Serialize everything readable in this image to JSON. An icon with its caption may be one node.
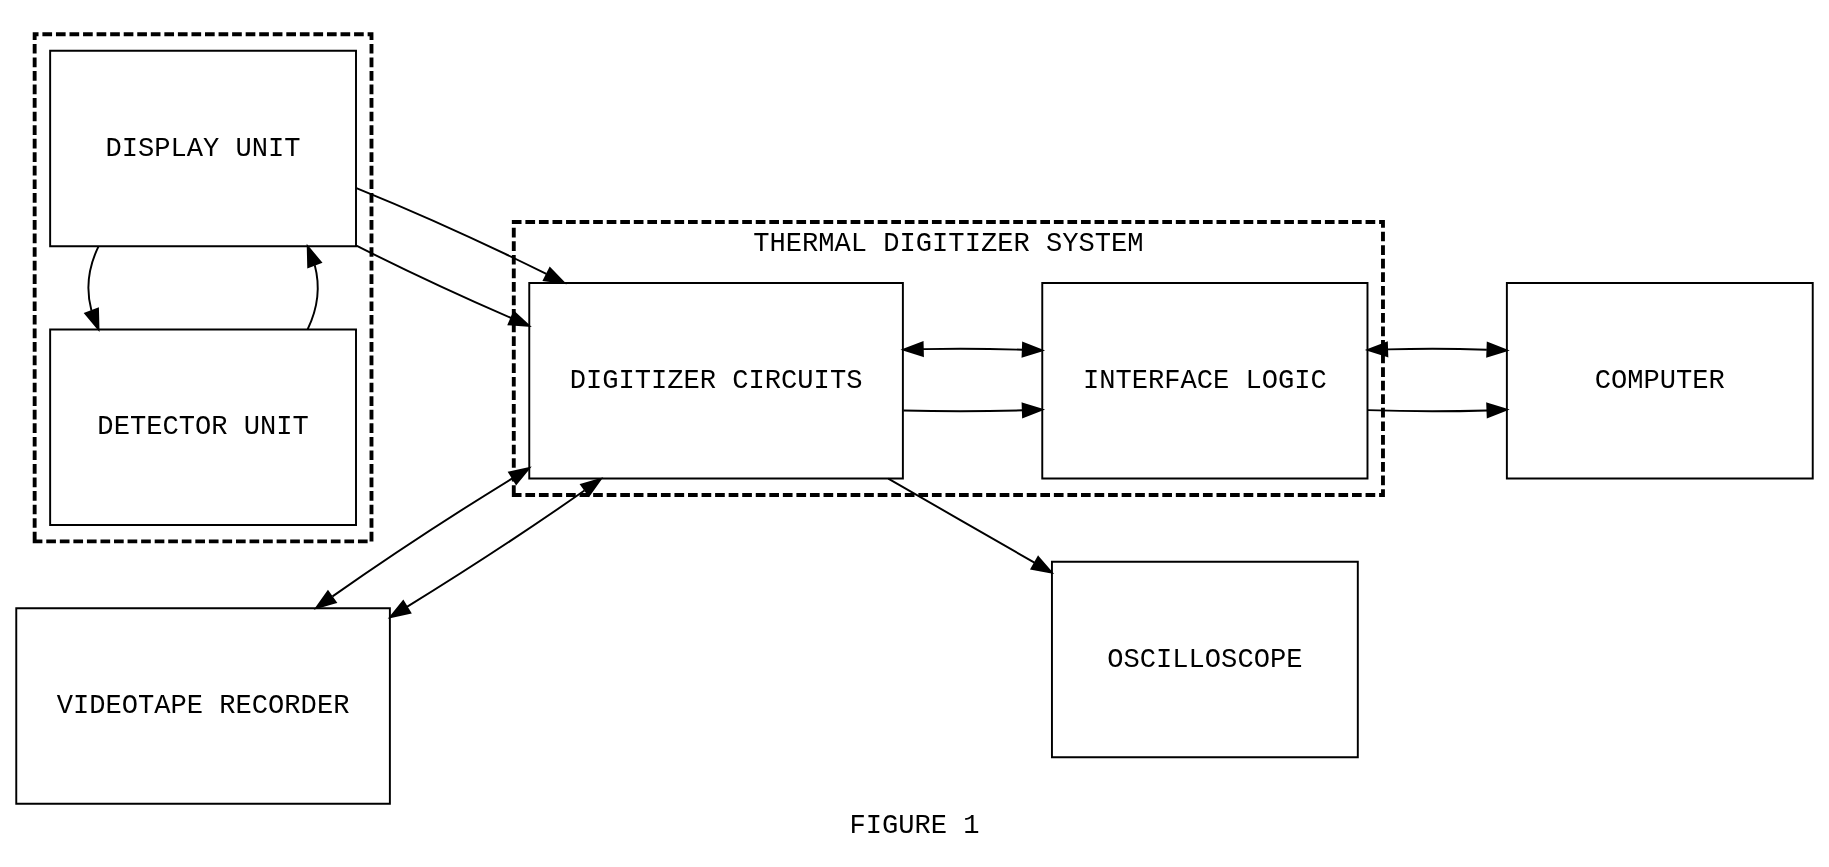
{
  "diagram": {
    "caption": "FIGURE 1",
    "nodes": [
      {
        "text": [],
        "shape": "box"
      },
      {
        "text": [
          "DISPLAY UNIT"
        ],
        "in": 0
      },
      {
        "text": [
          "DETECTOR UNIT"
        ],
        "in": 0
      },
      {
        "text": [
          "VIDEOTAPE RECORDER"
        ]
      },
      {
        "text": [
          "OSCILLOSCOPE"
        ]
      },
      {
        "text": [
          "THERMAL DIGITIZER SYSTEM"
        ]
      },
      {
        "text": [
          "DIGITIZER CIRCUITS"
        ],
        "in": 5
      },
      {
        "text": [
          "INTERFACE LOGIC"
        ],
        "in": 5
      },
      {
        "text": [
          "COMPUTER"
        ]
      }
    ],
    "edges": [
      {
        "from": 2,
        "to": 1,
        "arrow": "to"
      },
      {
        "from": 1,
        "to": 2,
        "arrow": "to"
      },
      {
        "from": 1,
        "to": 6,
        "arrow": "to"
      },
      {
        "from": 1,
        "to": 6,
        "arrow": "to"
      },
      {
        "from": 3,
        "to": 6,
        "arrow": "both"
      },
      {
        "from": 3,
        "to": 6,
        "arrow": "both"
      },
      {
        "from": 6,
        "to": 4,
        "arrow": "to"
      },
      {
        "from": 6,
        "to": 7,
        "arrow": "to"
      },
      {
        "from": 6,
        "to": 7,
        "arrow": "both"
      },
      {
        "from": 7,
        "to": 8,
        "arrow": "to"
      },
      {
        "from": 7,
        "to": 8,
        "arrow": "both"
      }
    ]
  }
}
